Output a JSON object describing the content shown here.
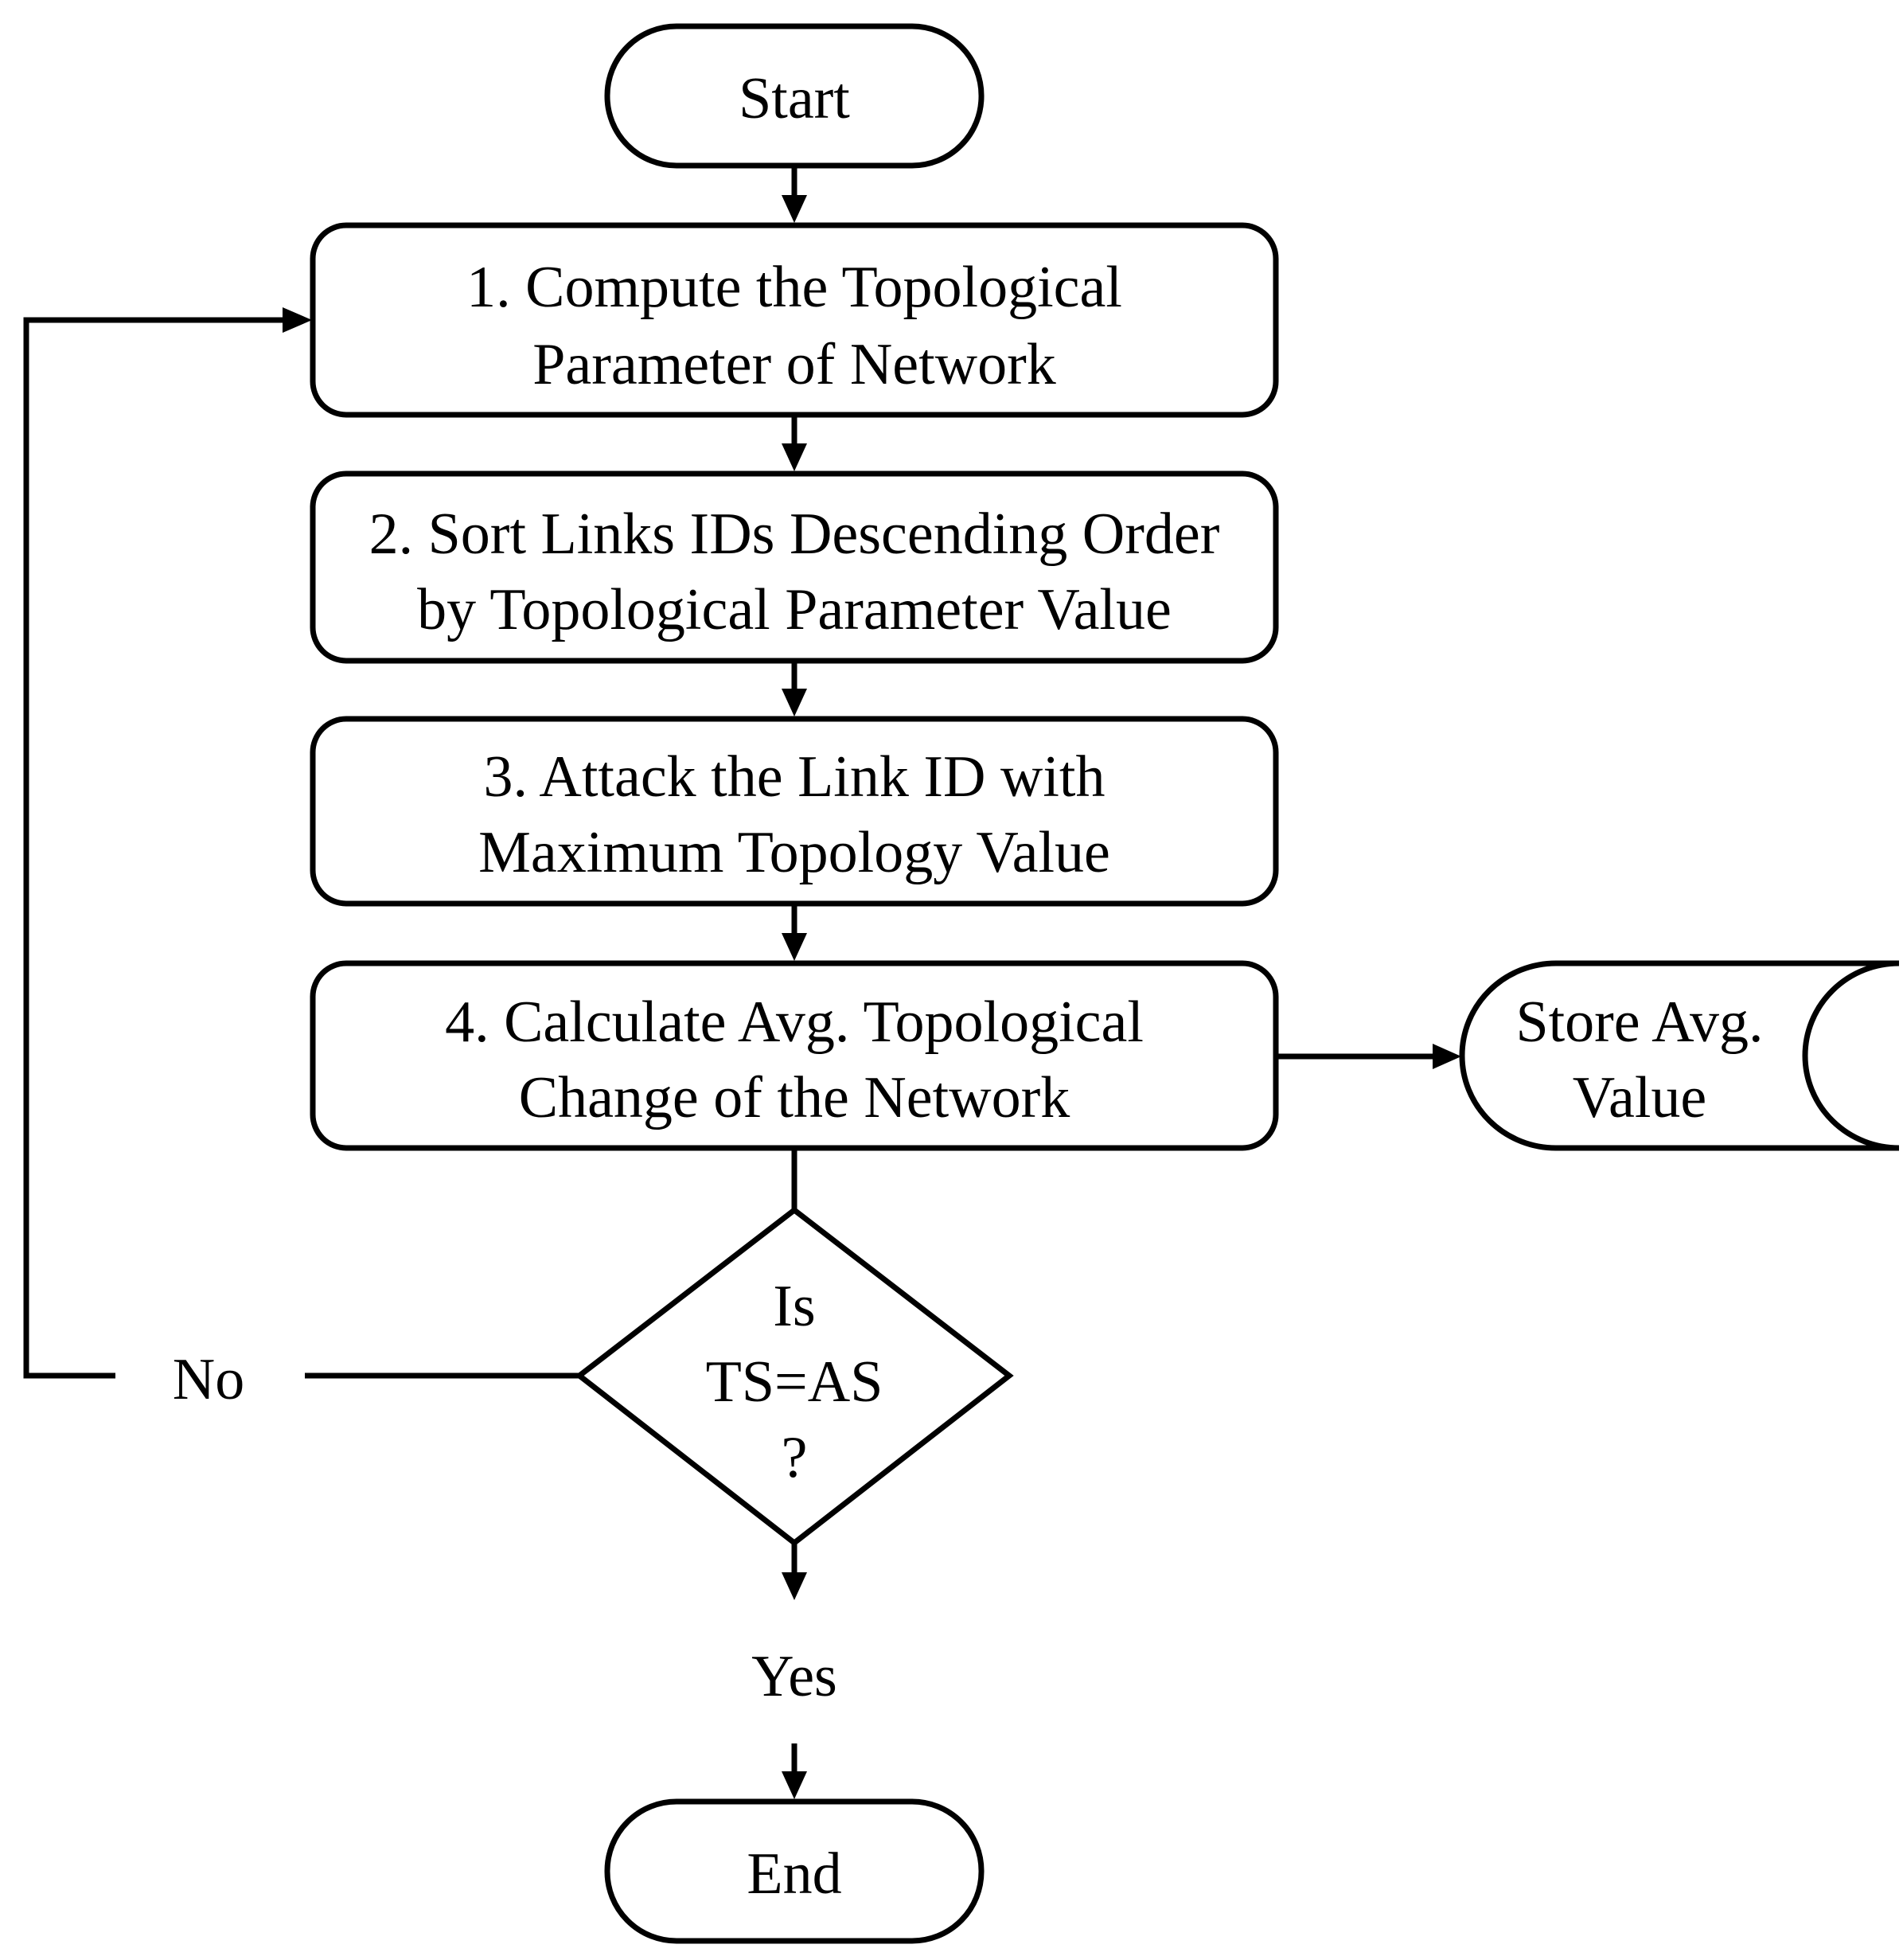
{
  "start": {
    "label": "Start"
  },
  "steps": [
    {
      "line1": "1. Compute the Topological",
      "line2": "Parameter of Network"
    },
    {
      "line1": "2. Sort Links IDs Descending Order",
      "line2": "by Topological Parameter Value"
    },
    {
      "line1": "3. Attack the Link ID with",
      "line2": "Maximum Topology Value"
    },
    {
      "line1": "4. Calculate Avg. Topological",
      "line2": "Change of the Network"
    }
  ],
  "storage": {
    "line1": "Store Avg.",
    "line2": "Value"
  },
  "decision": {
    "line1": "Is",
    "line2": "TS=AS",
    "line3": "?"
  },
  "branch_no": "No",
  "branch_yes": "Yes",
  "end": {
    "label": "End"
  }
}
